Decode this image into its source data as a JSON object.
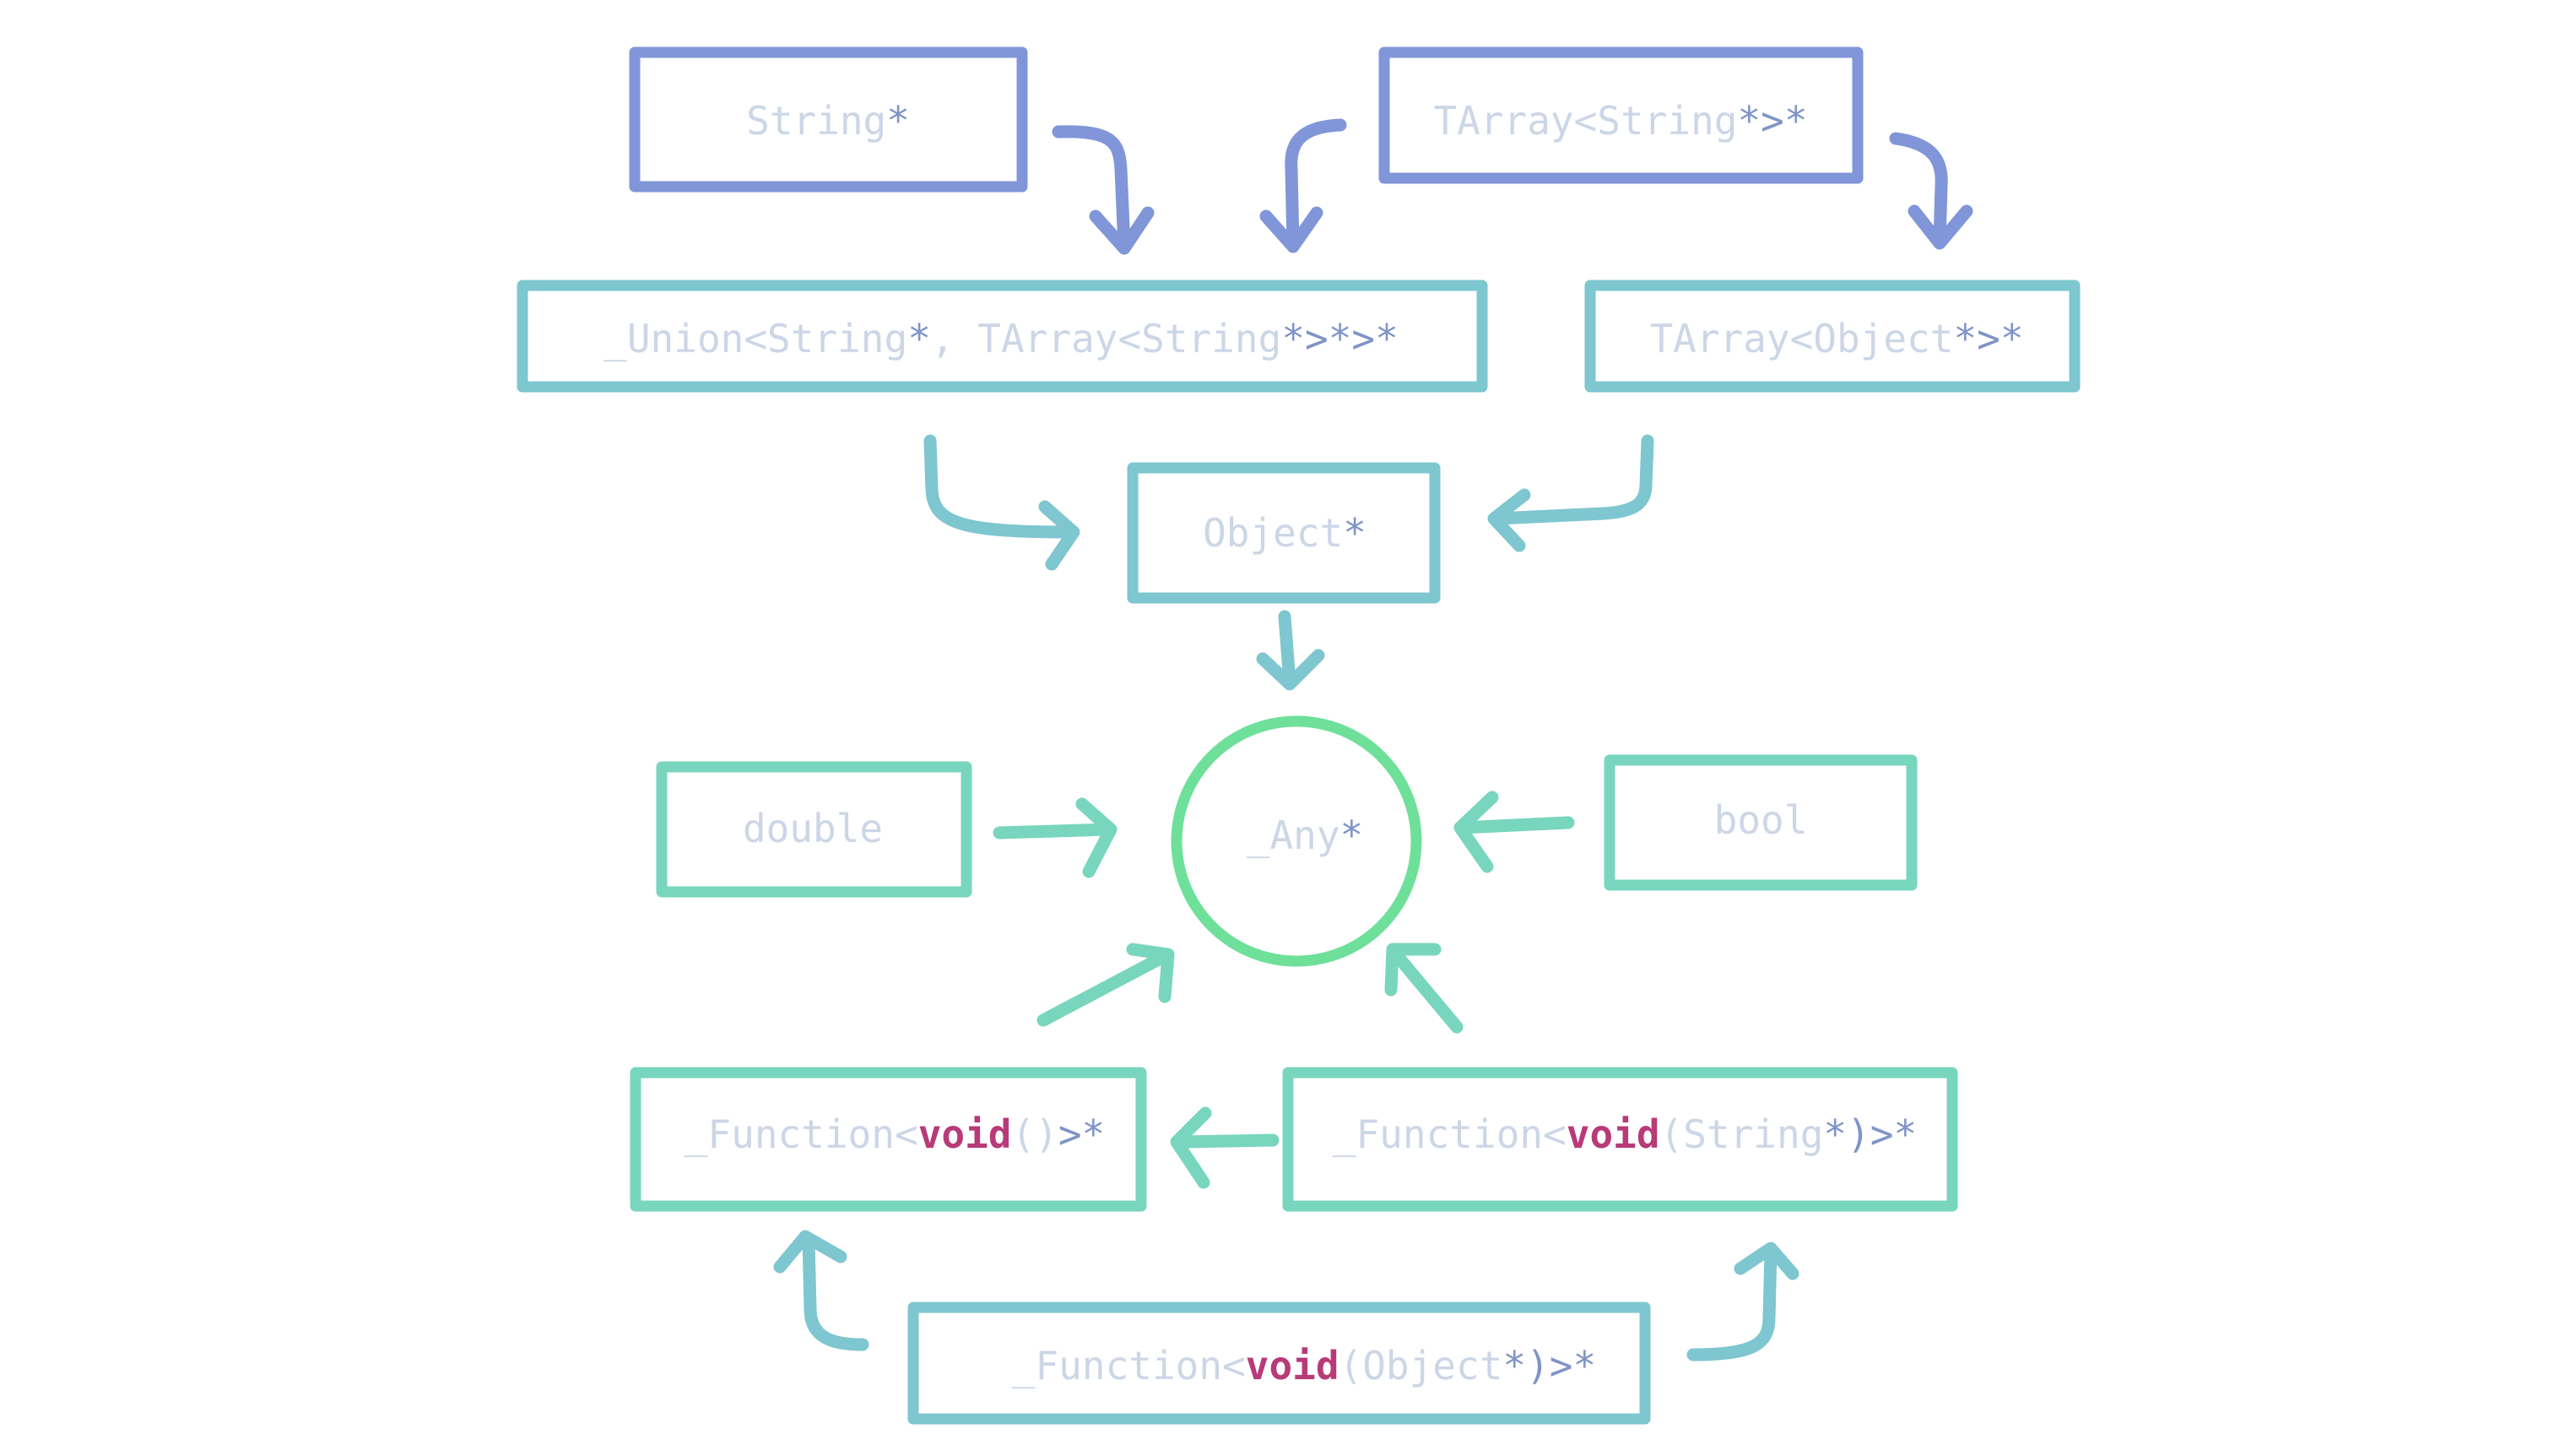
{
  "colors": {
    "blue": "#8096d8",
    "teal": "#7ec6d0",
    "tealGreen": "#78d6be",
    "green": "#6ee09a",
    "label": "#ccd6e6",
    "star": "#7f94c7",
    "keyword": "#b83a78"
  },
  "nodes": {
    "string_ptr": {
      "tokens": [
        {
          "t": "String",
          "c": "type"
        },
        {
          "t": "*",
          "c": "star"
        }
      ]
    },
    "tarray_string": {
      "tokens": [
        {
          "t": "TArray<String",
          "c": "type"
        },
        {
          "t": "*>*",
          "c": "star"
        }
      ]
    },
    "union": {
      "tokens": [
        {
          "t": "_Union<String",
          "c": "type"
        },
        {
          "t": "*",
          "c": "star"
        },
        {
          "t": ", TArray<String",
          "c": "type"
        },
        {
          "t": "*>*>*",
          "c": "star"
        }
      ]
    },
    "tarray_object": {
      "tokens": [
        {
          "t": "TArray<Object",
          "c": "type"
        },
        {
          "t": "*>*",
          "c": "star"
        }
      ]
    },
    "object_ptr": {
      "tokens": [
        {
          "t": "Object",
          "c": "type"
        },
        {
          "t": "*",
          "c": "star"
        }
      ]
    },
    "any_ptr": {
      "tokens": [
        {
          "t": "_Any",
          "c": "type"
        },
        {
          "t": "*",
          "c": "star"
        }
      ]
    },
    "double": {
      "tokens": [
        {
          "t": "double",
          "c": "type"
        }
      ]
    },
    "bool": {
      "tokens": [
        {
          "t": "bool",
          "c": "type"
        }
      ]
    },
    "fn_void": {
      "tokens": [
        {
          "t": "_Function<",
          "c": "type"
        },
        {
          "t": "void",
          "c": "kw"
        },
        {
          "t": "()",
          "c": "type"
        },
        {
          "t": ">*",
          "c": "star"
        }
      ]
    },
    "fn_void_string": {
      "tokens": [
        {
          "t": "_Function<",
          "c": "type"
        },
        {
          "t": "void",
          "c": "kw"
        },
        {
          "t": "(String",
          "c": "type"
        },
        {
          "t": "*)>*",
          "c": "star"
        }
      ]
    },
    "fn_void_object": {
      "tokens": [
        {
          "t": "_Function<",
          "c": "type"
        },
        {
          "t": "void",
          "c": "kw"
        },
        {
          "t": "(Object",
          "c": "type"
        },
        {
          "t": "*)>*",
          "c": "star"
        }
      ]
    }
  },
  "edges": [
    {
      "from": "string_ptr",
      "to": "union"
    },
    {
      "from": "tarray_string",
      "to": "union"
    },
    {
      "from": "tarray_string",
      "to": "tarray_object"
    },
    {
      "from": "union",
      "to": "object_ptr"
    },
    {
      "from": "tarray_object",
      "to": "object_ptr"
    },
    {
      "from": "object_ptr",
      "to": "any_ptr"
    },
    {
      "from": "double",
      "to": "any_ptr"
    },
    {
      "from": "bool",
      "to": "any_ptr"
    },
    {
      "from": "fn_void",
      "to": "any_ptr"
    },
    {
      "from": "fn_void_string",
      "to": "any_ptr"
    },
    {
      "from": "fn_void_string",
      "to": "fn_void"
    },
    {
      "from": "fn_void_object",
      "to": "fn_void"
    },
    {
      "from": "fn_void_object",
      "to": "fn_void_string"
    }
  ]
}
